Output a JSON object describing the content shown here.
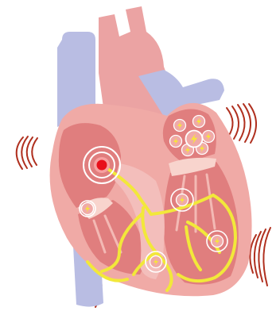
{
  "diagram": {
    "subject": "cardiac-conduction-system",
    "colors": {
      "background": "#ffffff",
      "vein_blue": "#b9bde3",
      "aorta_pink": "#eba3a3",
      "outer_wall": "#f0aaa6",
      "inner_chamber": "#e07e7e",
      "septum": "#f3bebb",
      "valve": "#f8d4cd",
      "conduction_yellow": "#f2e83a",
      "sa_node_red": "#e8101a",
      "vibration_red": "#b0301f"
    },
    "nodes": {
      "sa_node": "sa-node",
      "av_node": "av-node"
    },
    "icons": {
      "impulse": "lightning-bolt-icon",
      "vibration": "vibration-arcs-icon"
    }
  }
}
